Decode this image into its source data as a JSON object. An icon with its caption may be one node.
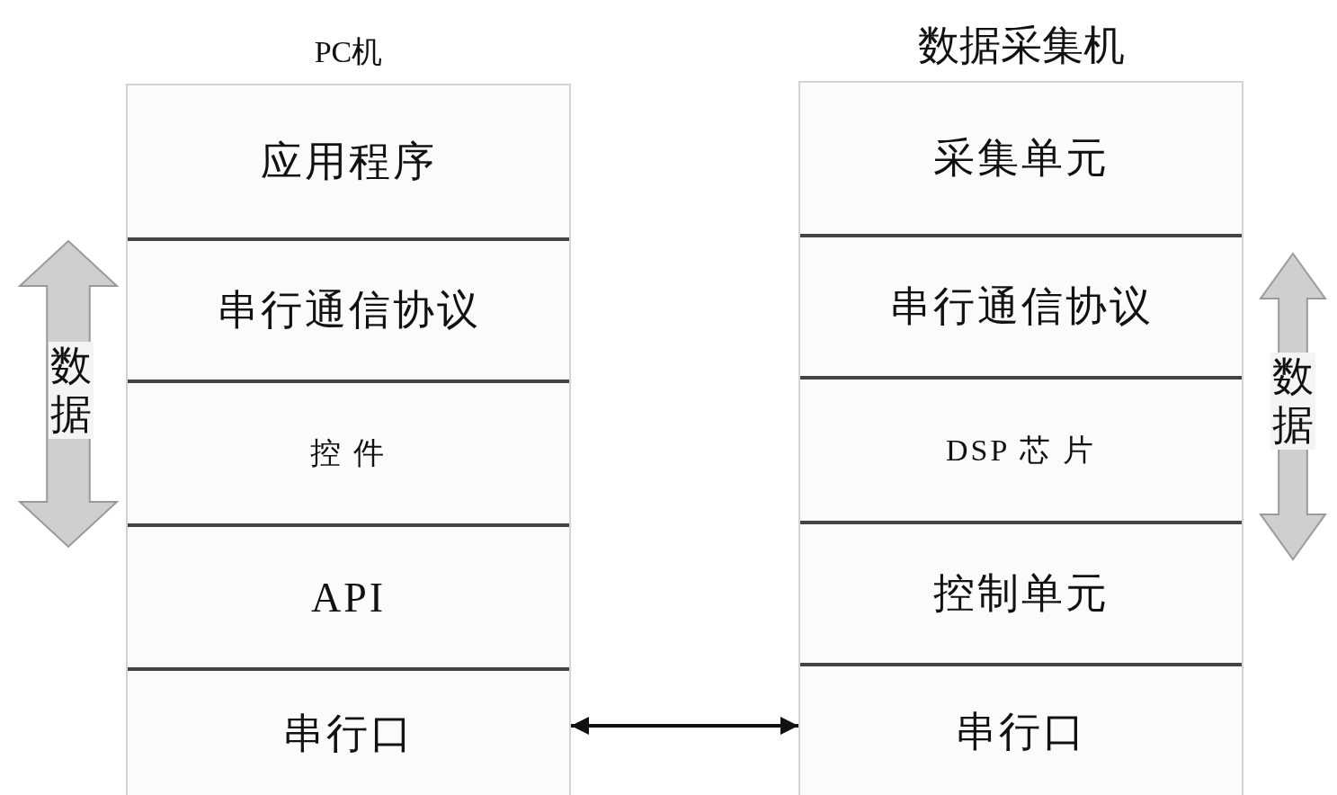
{
  "diagram": {
    "nodes": [
      {
        "text": [
          "PC机"
        ]
      },
      {
        "text": [
          "应用程序"
        ],
        "in": 0
      },
      {
        "text": [
          "串行通信协议"
        ],
        "in": 0
      },
      {
        "text": [
          "控 件"
        ],
        "in": 0
      },
      {
        "text": [
          "API"
        ],
        "in": 0
      },
      {
        "text": [
          "串行口"
        ],
        "in": 0
      },
      {
        "text": [
          "数据采集机"
        ]
      },
      {
        "text": [
          "采集单元"
        ],
        "in": 6
      },
      {
        "text": [
          "串行通信协议"
        ],
        "in": 6
      },
      {
        "text": [
          "DSP 芯 片"
        ],
        "in": 6
      },
      {
        "text": [
          "控制单元"
        ],
        "in": 6
      },
      {
        "text": [
          "串行口"
        ],
        "in": 6
      }
    ],
    "edges": [
      {
        "from": 5,
        "to": 11,
        "arrow": "both"
      }
    ],
    "labels": [
      "数据",
      "数据"
    ]
  }
}
